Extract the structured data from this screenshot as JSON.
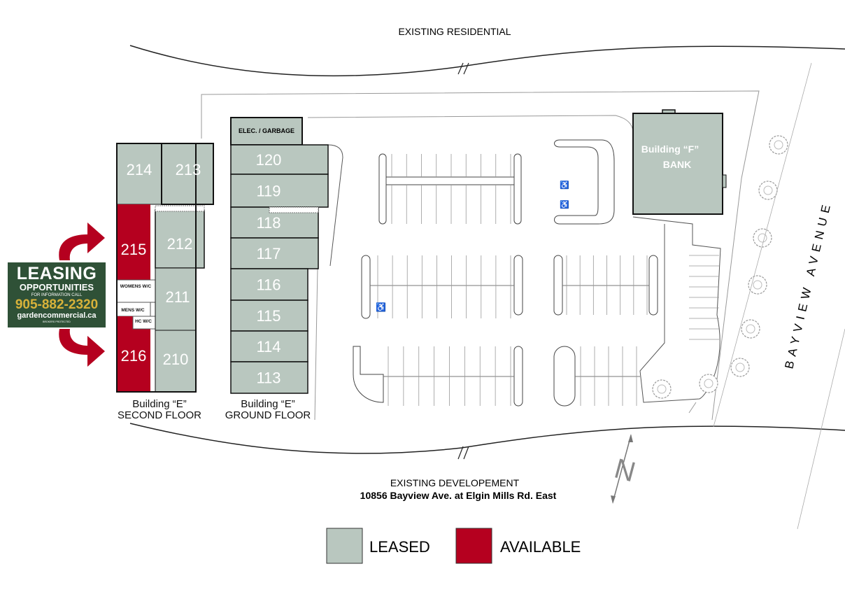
{
  "labels": {
    "north_boundary": "EXISTING RESIDENTIAL",
    "south_boundary": "EXISTING DEVELOPEMENT",
    "address": "10856 Bayview Ave. at Elgin Mills Rd. East",
    "street": "BAYVIEW AVENUE",
    "north": "N"
  },
  "building_e_second": {
    "caption_1": "Building “E”",
    "caption_2": "SECOND FLOOR",
    "units": {
      "u214": "214",
      "u213": "213",
      "u215": "215",
      "u212": "212",
      "u211": "211",
      "u216": "216",
      "u210": "210"
    },
    "rooms": {
      "womens": "WOMENS W/C",
      "mens": "MENS W/C",
      "hc": "HC W/C"
    }
  },
  "building_e_ground": {
    "caption_1": "Building “E”",
    "caption_2": "GROUND FLOOR",
    "elec": "ELEC. / GARBAGE",
    "units": {
      "u120": "120",
      "u119": "119",
      "u118": "118",
      "u117": "117",
      "u116": "116",
      "u115": "115",
      "u114": "114",
      "u113": "113"
    }
  },
  "building_f": {
    "line1": "Building “F”",
    "line2": "BANK"
  },
  "sign": {
    "line1": "LEASING",
    "line2": "OPPORTUNITIES",
    "line3": "FOR INFORMATION CALL",
    "phone": "905-882-2320",
    "website": "gardencommercial.ca",
    "fine": "BROKERS PROTECTED"
  },
  "legend": {
    "leased": "LEASED",
    "available": "AVAILABLE"
  },
  "colors": {
    "leased": "#b9c7bf",
    "available": "#b5001f",
    "sign_bg": "#2f5137",
    "sign_phone": "#d8b23a"
  }
}
